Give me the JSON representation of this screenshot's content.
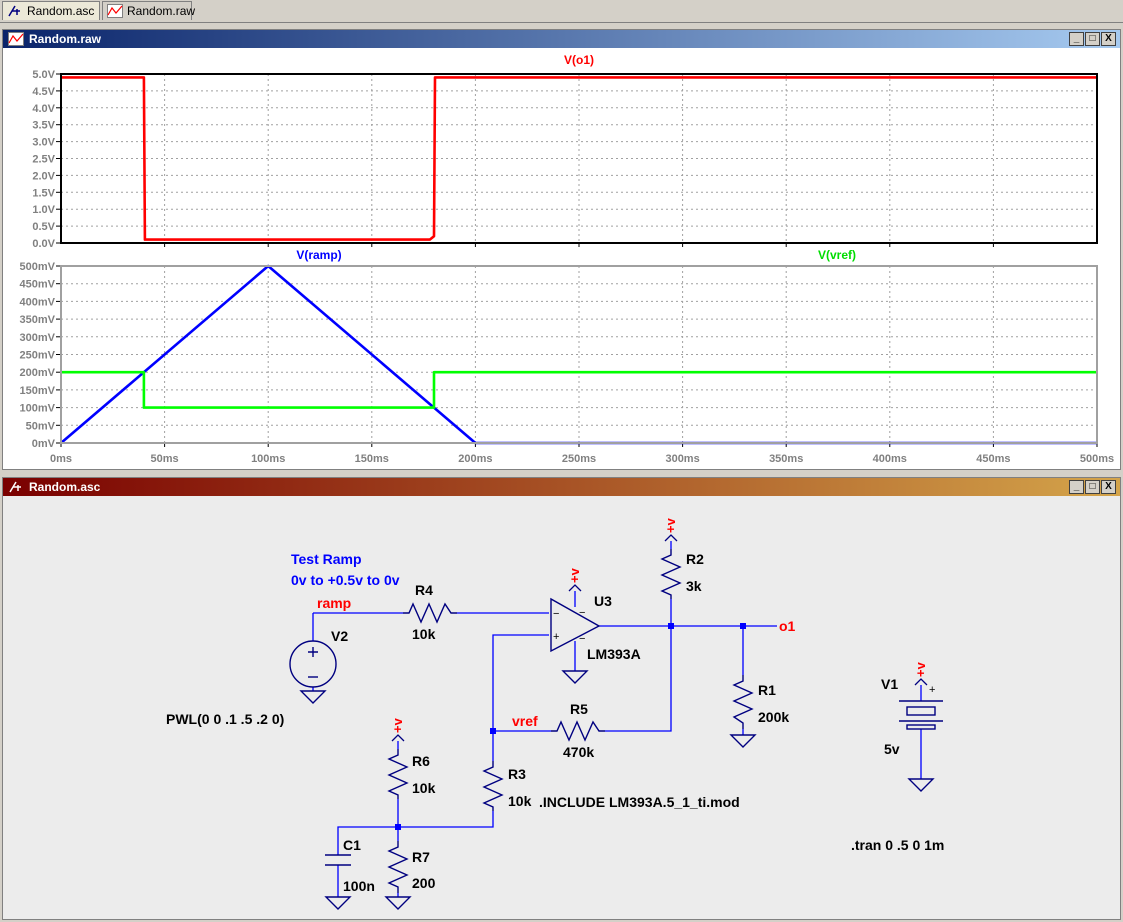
{
  "tabs": [
    {
      "label": "Random.asc",
      "icon": "schematic-icon"
    },
    {
      "label": "Random.raw",
      "icon": "waveform-icon"
    }
  ],
  "waveform_window": {
    "title": "Random.raw",
    "icon": "waveform-icon",
    "title_color": "#0a246a"
  },
  "schematic_window": {
    "title": "Random.asc",
    "icon": "schematic-icon",
    "title_color": "#7a0000"
  },
  "window_buttons": [
    "_",
    "□",
    "X"
  ],
  "chart_data": [
    {
      "type": "line",
      "series": [
        {
          "name": "V(o1)",
          "color": "#ff0000",
          "x": [
            0,
            40,
            40.5,
            178,
            180,
            180.5,
            500
          ],
          "y": [
            4.9,
            4.9,
            0.1,
            0.1,
            0.2,
            4.9,
            4.9
          ]
        }
      ],
      "y_ticks": [
        "0.0V",
        "0.5V",
        "1.0V",
        "1.5V",
        "2.0V",
        "2.5V",
        "3.0V",
        "3.5V",
        "4.0V",
        "4.5V",
        "5.0V"
      ],
      "ylim": [
        0,
        5
      ],
      "xlim": [
        0,
        500
      ],
      "grid": true
    },
    {
      "type": "line",
      "series": [
        {
          "name": "V(ramp)",
          "color": "#0000ff",
          "x": [
            0,
            100,
            200,
            500
          ],
          "y": [
            0,
            500,
            0,
            0
          ]
        },
        {
          "name": "V(vref)",
          "color": "#00ff00",
          "x": [
            0,
            40,
            40,
            180,
            180,
            500
          ],
          "y": [
            200,
            200,
            100,
            100,
            200,
            200
          ]
        }
      ],
      "y_ticks": [
        "0mV",
        "50mV",
        "100mV",
        "150mV",
        "200mV",
        "250mV",
        "300mV",
        "350mV",
        "400mV",
        "450mV",
        "500mV"
      ],
      "x_ticks": [
        "0ms",
        "50ms",
        "100ms",
        "150ms",
        "200ms",
        "250ms",
        "300ms",
        "350ms",
        "400ms",
        "450ms",
        "500ms"
      ],
      "ylim": [
        0,
        500
      ],
      "xlim": [
        0,
        500
      ],
      "grid": true
    }
  ],
  "schematic": {
    "comment_line1": "Test Ramp",
    "comment_line2": "0v to +0.5v to 0v",
    "net_ramp": "ramp",
    "net_vref": "vref",
    "net_o1": "o1",
    "supply": "+v",
    "v2_name": "V2",
    "v2_value": "PWL(0 0 .1 .5 .2 0)",
    "r4_name": "R4",
    "r4_value": "10k",
    "u3_name": "U3",
    "u3_value": "LM393A",
    "r2_name": "R2",
    "r2_value": "3k",
    "r1_name": "R1",
    "r1_value": "200k",
    "r5_name": "R5",
    "r5_value": "470k",
    "r3_name": "R3",
    "r3_value": "10k",
    "r6_name": "R6",
    "r6_value": "10k",
    "r7_name": "R7",
    "r7_value": "200",
    "c1_name": "C1",
    "c1_value": "100n",
    "v1_name": "V1",
    "v1_value": "5v",
    "include_directive": ".INCLUDE LM393A.5_1_ti.mod",
    "tran_directive": ".tran 0 .5 0 1m",
    "plus": "+",
    "minus": "−"
  }
}
